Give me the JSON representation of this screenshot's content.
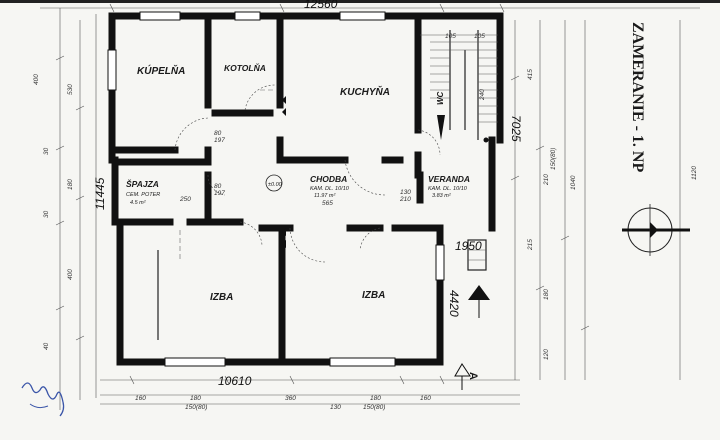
{
  "title": "ZAMERANIE - 1. NP",
  "rooms": {
    "kupelna": "KÚPELŇA",
    "kotolna": "KOTOLŇA",
    "kuchyna": "KUCHYŇA",
    "wc": "WC",
    "spajza": "ŠPAJZA",
    "spajza_note": "CEM. POTER",
    "spajza_area": "4.5 m²",
    "chodba": "CHODBA",
    "chodba_note": "KAM. DL. 10/10",
    "chodba_area": "11.97 m²",
    "veranda": "VERANDA",
    "veranda_note": "KAM. DL. 10/10",
    "veranda_area": "3.83 m²",
    "izba_left": "IZBA",
    "izba_right": "IZBA"
  },
  "dimensions": {
    "top_total": "12560",
    "bottom_total": "10610",
    "left_total": "11445",
    "right_total": "7025",
    "entry_width": "1950",
    "entry_depth": "4420",
    "top_stair_a": "105",
    "top_stair_b": "105",
    "spajza_width": "250",
    "chodba_height": "565",
    "door_80": "80",
    "door_197": "197",
    "veranda_130": "130",
    "veranda_210": "210",
    "level_mark": "±0.00",
    "stair_240": "240",
    "left_400a": "400",
    "left_530": "530",
    "left_180": "180",
    "left_30": "30",
    "left_400b": "400",
    "left_40": "40",
    "right_415": "415",
    "right_1040": "1040",
    "right_1120": "1120",
    "right_210a": "210",
    "right_150_80": "150(80)",
    "right_215": "215",
    "right_180": "180",
    "right_120": "120",
    "bottom_160": "160",
    "bottom_180": "180",
    "bottom_150_80": "150(80)",
    "bottom_360": "360",
    "bottom_130": "130",
    "bottom_180b": "180",
    "bottom_150_80b": "150(80)",
    "bottom_160b": "160"
  },
  "section_mark": "A",
  "signature": "Rolay"
}
